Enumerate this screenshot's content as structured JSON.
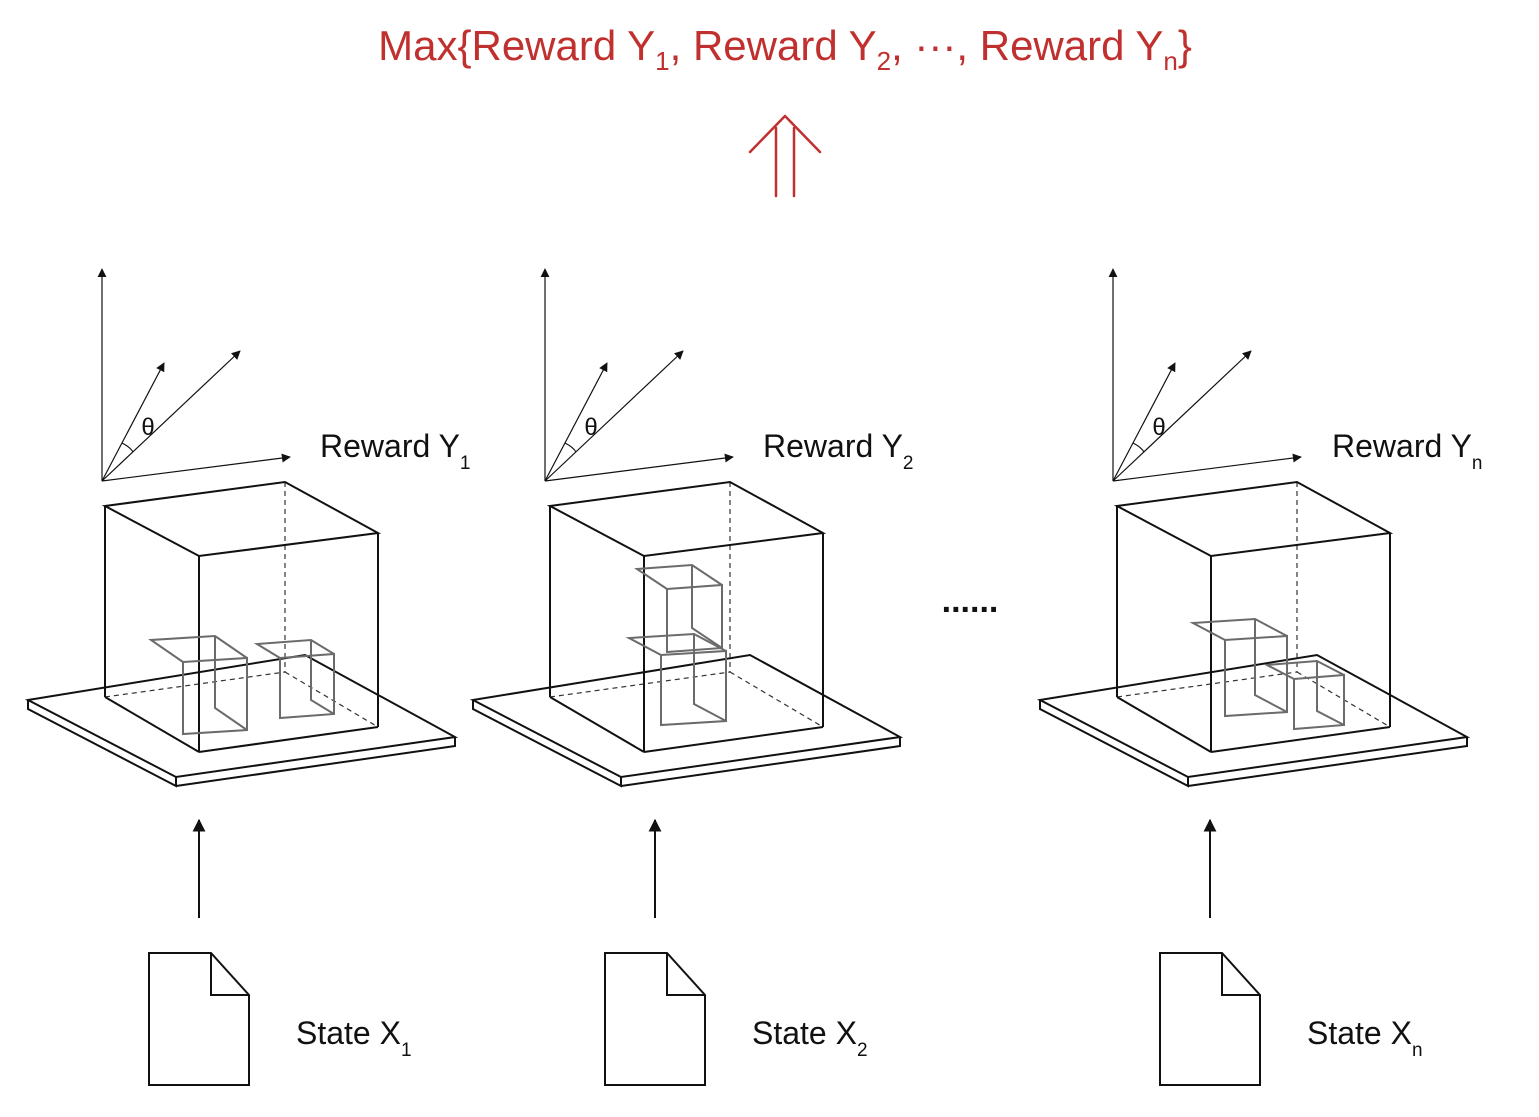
{
  "title": {
    "prefix": "Max{",
    "items": [
      {
        "label": "Reward Y",
        "sub": "1"
      },
      {
        "label": "Reward Y",
        "sub": "2"
      },
      {
        "label": "Reward Y",
        "sub": "n"
      }
    ],
    "ellipsis": "···",
    "separator": ", ",
    "suffix": "}",
    "color": "#c0302f"
  },
  "panels": [
    {
      "reward": {
        "label": "Reward Y",
        "sub": "1"
      },
      "state": {
        "label": "State X",
        "sub": "1"
      },
      "angle": "θ"
    },
    {
      "reward": {
        "label": "Reward Y",
        "sub": "2"
      },
      "state": {
        "label": "State X",
        "sub": "2"
      },
      "angle": "θ"
    },
    {
      "reward": {
        "label": "Reward Y",
        "sub": "n"
      },
      "state": {
        "label": "State X",
        "sub": "n"
      },
      "angle": "θ"
    }
  ],
  "between": "......",
  "icons": {
    "up_arrow": "double-up-arrow-icon",
    "state_doc": "document-icon"
  }
}
